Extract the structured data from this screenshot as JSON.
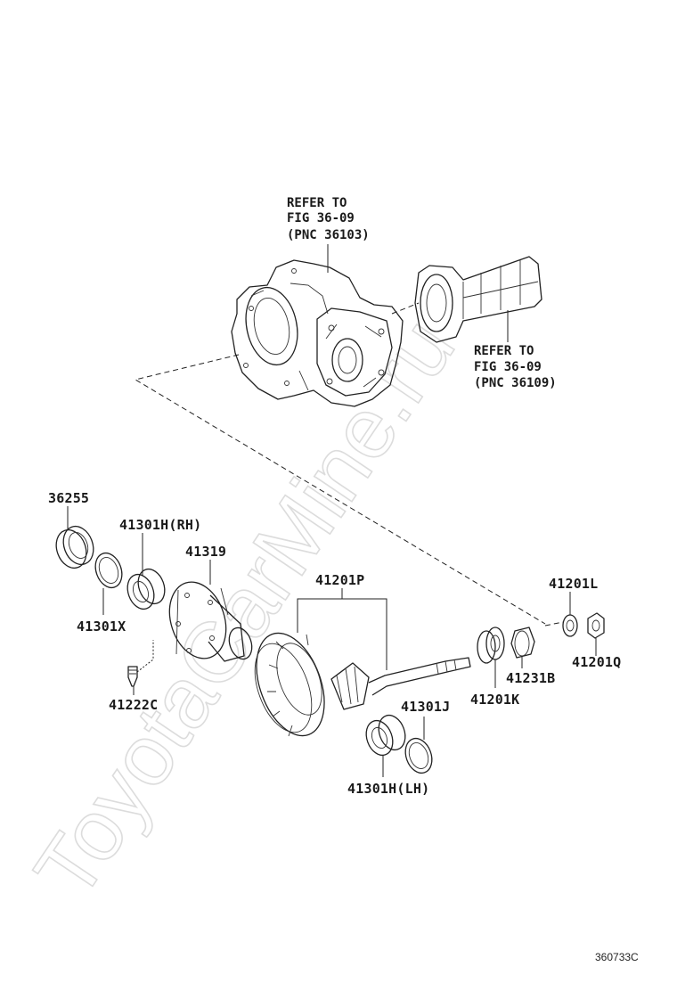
{
  "watermark": "ToyotaCarMine.ru",
  "refs": [
    {
      "lines": [
        "REFER TO",
        "FIG 36-09",
        "(PNC 36103)"
      ]
    },
    {
      "lines": [
        "REFER TO",
        "FIG 36-09",
        "(PNC 36109)"
      ]
    }
  ],
  "parts": {
    "p36255": "36255",
    "p41301H_RH": "41301H(RH)",
    "p41319": "41319",
    "p41201P": "41201P",
    "p41201L": "41201L",
    "p41301X": "41301X",
    "p41201Q": "41201Q",
    "p41231B": "41231B",
    "p41222C": "41222C",
    "p41201K": "41201K",
    "p41301J": "41301J",
    "p41301H_LH": "41301H(LH)"
  },
  "figure_code": "360733C"
}
